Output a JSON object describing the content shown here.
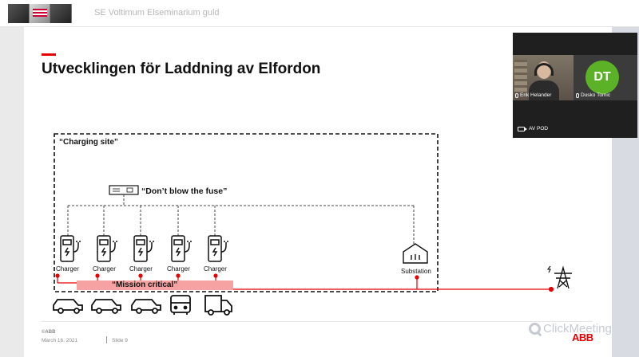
{
  "header": {
    "meeting_title": "SE Voltimum Elseminarium guld"
  },
  "slide": {
    "title": "Utvecklingen för Laddning av Elfordon",
    "site_label": "“Charging site”",
    "fuse_label": "“Don’t blow the fuse”",
    "mission_label": "“Mission critical”",
    "charger_labels": [
      "Charger",
      "Charger",
      "Charger",
      "Charger",
      "Charger"
    ],
    "substation_label": "Substation",
    "footer": {
      "copyright": "©ABB",
      "date": "March 16, 2021",
      "slide_number": "Slide 9"
    },
    "brand": "ABB"
  },
  "video": {
    "participants": [
      {
        "name": "Erik Helander"
      },
      {
        "name": "Dusko Tomic",
        "initials": "DT"
      }
    ],
    "room_label": "AV POD"
  },
  "watermark": "ClickMeeting",
  "colors": {
    "accent_red": "#e60000",
    "avatar_green": "#5cb226",
    "mission_fill": "#f7a2a2"
  }
}
